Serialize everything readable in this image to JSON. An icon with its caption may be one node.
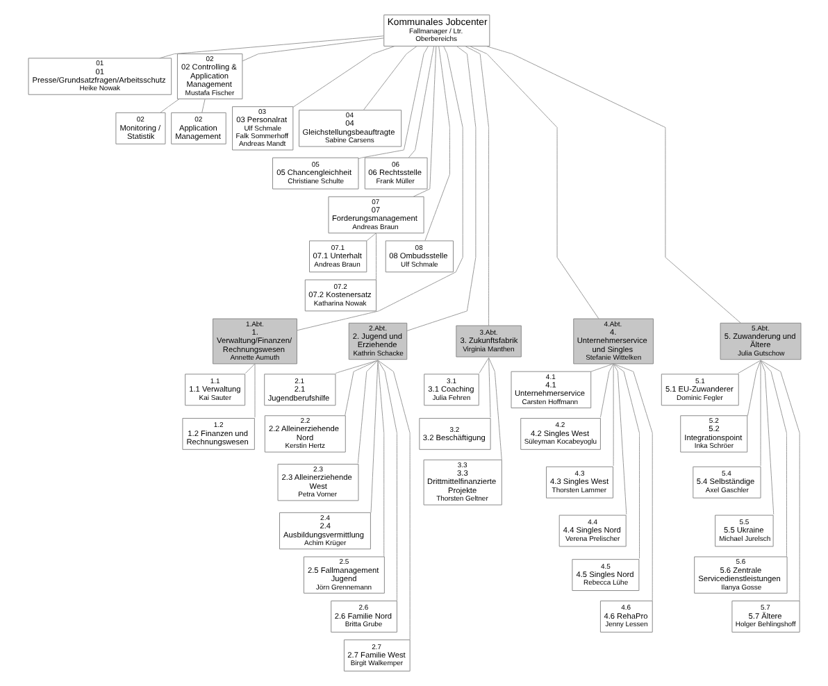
{
  "diagram": {
    "nodes": [
      {
        "text": [
          "Kommunales Jobcenter",
          "Fallmanager / Ltr. Oberbereichs"
        ]
      },
      {
        "text": [
          "01",
          "01 Presse/Grundsatzfragen/Arbeitsschutz",
          "Heike Nowak"
        ]
      },
      {
        "text": [
          "02",
          "02 Controlling & Application Management",
          "Mustafa Fischer"
        ]
      },
      {
        "text": [
          "02",
          "Monitoring / Statistik"
        ]
      },
      {
        "text": [
          "02",
          "Application Management"
        ]
      },
      {
        "text": [
          "03",
          "03 Personalrat",
          "Ulf Schmale",
          "Falk Sommerhoff",
          "Andreas Mandt"
        ]
      },
      {
        "text": [
          "04",
          "04 Gleichstellungsbeauftragte",
          "Sabine Carsens"
        ]
      },
      {
        "text": [
          "05",
          "05 Chancengleichheit",
          "Christiane Schulte"
        ]
      },
      {
        "text": [
          "06",
          "06 Rechtsstelle",
          "Frank Müller"
        ]
      },
      {
        "text": [
          "07",
          "07 Forderungsmanagement",
          "Andreas Braun"
        ]
      },
      {
        "text": [
          "07.1",
          "07.1 Unterhalt",
          "Andreas Braun"
        ]
      },
      {
        "text": [
          "07.2",
          "07.2 Kostenersatz",
          "Katharina Nowak"
        ]
      },
      {
        "text": [
          "08",
          "08 Ombudsstelle",
          "Ulf Schmale"
        ]
      },
      {
        "text": [
          "1.Abt.",
          "1. Verwaltung/Finanzen/ Rechnungswesen",
          "Annette Aumuth"
        ]
      },
      {
        "text": [
          "1.1",
          "1.1 Verwaltung",
          "Kai Sauter"
        ]
      },
      {
        "text": [
          "1.2",
          "1.2 Finanzen und Rechnungswesen"
        ]
      },
      {
        "text": [
          "2.Abt.",
          "2. Jugend und Erziehende",
          "Kathrin Schacke"
        ]
      },
      {
        "text": [
          "2.1",
          "2.1 Jugendberufshilfe"
        ]
      },
      {
        "text": [
          "2.2",
          "2.2 Alleinerziehende Nord",
          "Kerstin Hertz"
        ]
      },
      {
        "text": [
          "2.3",
          "2.3 Alleinerziehende West",
          "Petra Vorner"
        ]
      },
      {
        "text": [
          "2.4",
          "2.4 Ausbildungsvermittlung",
          "Achim Krüger"
        ]
      },
      {
        "text": [
          "2.5",
          "2.5 Fallmanagement Jugend",
          "Jörn Grennemann"
        ]
      },
      {
        "text": [
          "2.6",
          "2.6 Familie Nord",
          "Britta Grube"
        ]
      },
      {
        "text": [
          "2.7",
          "2.7 Familie West",
          "Birgit Walkemper"
        ]
      },
      {
        "text": [
          "3.Abt.",
          "3. Zukunftsfabrik",
          "Virginia Manthen"
        ]
      },
      {
        "text": [
          "3.1",
          "3.1 Coaching",
          "Julia Fehren"
        ]
      },
      {
        "text": [
          "3.2",
          "3.2 Beschäftigung"
        ]
      },
      {
        "text": [
          "3.3",
          "3.3 Drittmittelfinanzierte Projekte",
          "Thorsten Geltner"
        ]
      },
      {
        "text": [
          "4.Abt.",
          "4. Unternehmerservice und Singles",
          "Stefanie Wittelken"
        ]
      },
      {
        "text": [
          "4.1",
          "4.1 Unternehmerservice",
          "Carsten Hoffmann"
        ]
      },
      {
        "text": [
          "4.2",
          "4.2 Singles West",
          "Süleyman Kocabeyoglu"
        ]
      },
      {
        "text": [
          "4.3",
          "4.3 Singles West",
          "Thorsten Lammer"
        ]
      },
      {
        "text": [
          "4.4",
          "4.4 Singles Nord",
          "Verena Prelischer"
        ]
      },
      {
        "text": [
          "4.5",
          "4.5 Singles Nord",
          "Rebecca Lühe"
        ]
      },
      {
        "text": [
          "4.6",
          "4.6 RehaPro",
          "Jenny Lessen"
        ]
      },
      {
        "text": [
          "5.Abt.",
          "5. Zuwanderung und Ältere",
          "Julia Gutschow"
        ]
      },
      {
        "text": [
          "5.1",
          "5.1 EU-Zuwanderer",
          "Dominic Fegler"
        ]
      },
      {
        "text": [
          "5.2",
          "5.2 Integrationspoint",
          "Inka Schröer"
        ]
      },
      {
        "text": [
          "5.4",
          "5.4 Selbständige",
          "Axel Gaschler"
        ]
      },
      {
        "text": [
          "5.5",
          "5.5 Ukraine",
          "Michael Jurelsch"
        ]
      },
      {
        "text": [
          "5.6",
          "5.6 Zentrale Servicedienstleistungen",
          "Ilanya Gosse"
        ]
      },
      {
        "text": [
          "5.7",
          "5.7 Ältere",
          "Holger Behlingshoff"
        ]
      }
    ],
    "edges": [
      {
        "from": 0,
        "to": 1,
        "arrow": "none"
      },
      {
        "from": 0,
        "to": 2,
        "arrow": "none"
      },
      {
        "from": 2,
        "to": 3,
        "arrow": "none"
      },
      {
        "from": 2,
        "to": 4,
        "arrow": "none"
      },
      {
        "from": 0,
        "to": 5,
        "arrow": "none"
      },
      {
        "from": 0,
        "to": 6,
        "arrow": "none"
      },
      {
        "from": 0,
        "to": 7,
        "arrow": "none"
      },
      {
        "from": 0,
        "to": 8,
        "arrow": "none"
      },
      {
        "from": 0,
        "to": 9,
        "arrow": "none"
      },
      {
        "from": 9,
        "to": 10,
        "arrow": "none"
      },
      {
        "from": 9,
        "to": 11,
        "arrow": "none"
      },
      {
        "from": 0,
        "to": 12,
        "arrow": "none"
      },
      {
        "from": 0,
        "to": 13,
        "arrow": "none"
      },
      {
        "from": 0,
        "to": 16,
        "arrow": "none"
      },
      {
        "from": 0,
        "to": 24,
        "arrow": "none"
      },
      {
        "from": 0,
        "to": 28,
        "arrow": "none"
      },
      {
        "from": 0,
        "to": 35,
        "arrow": "none"
      },
      {
        "from": 13,
        "to": 14,
        "arrow": "none"
      },
      {
        "from": 13,
        "to": 15,
        "arrow": "none"
      },
      {
        "from": 16,
        "to": 17,
        "arrow": "none"
      },
      {
        "from": 16,
        "to": 18,
        "arrow": "none"
      },
      {
        "from": 16,
        "to": 19,
        "arrow": "none"
      },
      {
        "from": 16,
        "to": 20,
        "arrow": "none"
      },
      {
        "from": 16,
        "to": 21,
        "arrow": "none"
      },
      {
        "from": 16,
        "to": 22,
        "arrow": "none"
      },
      {
        "from": 16,
        "to": 23,
        "arrow": "none"
      },
      {
        "from": 24,
        "to": 25,
        "arrow": "none"
      },
      {
        "from": 24,
        "to": 26,
        "arrow": "none"
      },
      {
        "from": 24,
        "to": 27,
        "arrow": "none"
      },
      {
        "from": 28,
        "to": 29,
        "arrow": "none"
      },
      {
        "from": 28,
        "to": 30,
        "arrow": "none"
      },
      {
        "from": 28,
        "to": 31,
        "arrow": "none"
      },
      {
        "from": 28,
        "to": 32,
        "arrow": "none"
      },
      {
        "from": 28,
        "to": 33,
        "arrow": "none"
      },
      {
        "from": 28,
        "to": 34,
        "arrow": "none"
      },
      {
        "from": 35,
        "to": 36,
        "arrow": "none"
      },
      {
        "from": 35,
        "to": 37,
        "arrow": "none"
      },
      {
        "from": 35,
        "to": 38,
        "arrow": "none"
      },
      {
        "from": 35,
        "to": 39,
        "arrow": "none"
      },
      {
        "from": 35,
        "to": 40,
        "arrow": "none"
      },
      {
        "from": 35,
        "to": 41,
        "arrow": "none"
      }
    ]
  }
}
